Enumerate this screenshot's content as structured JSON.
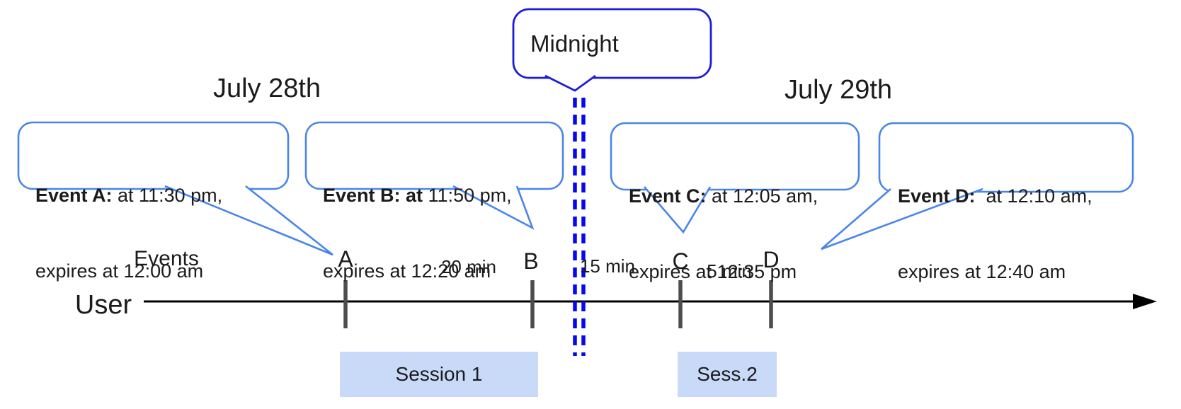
{
  "colors": {
    "event-blue": "#4a86e8",
    "midnight-blue": "#1d1dd8",
    "dash-blue": "#0707f0",
    "session-fill": "#c9daf8",
    "tick-gray": "#4d4d4d",
    "axis-black": "#000000",
    "text-black": "#1b1b1b"
  },
  "day_headers": [
    {
      "label": "July 28th"
    },
    {
      "label": "July 29th"
    }
  ],
  "midnight": {
    "label": "Midnight"
  },
  "axis": {
    "events_label": "Events",
    "user_label": "User"
  },
  "event_callouts": [
    {
      "bold": "Event A:",
      "rest": " at 11:30 pm,",
      "line2": "expires at 12:00 am"
    },
    {
      "bold": "Event B: at",
      "rest": " 11:50 pm,",
      "line2": "expires at 12:20 am"
    },
    {
      "bold": "Event C:",
      "rest": " at 12:05 am,",
      "line2": "expires at 12:35 pm"
    },
    {
      "bold": "Event D:",
      "rest": "  at 12:10 am,",
      "line2": "expires at 12:40 am"
    }
  ],
  "tick_labels": [
    "A",
    "B",
    "C",
    "D"
  ],
  "interval_labels": [
    "20 min",
    "15 min",
    "5 min"
  ],
  "sessions": [
    {
      "label": "Session 1"
    },
    {
      "label": "Sess.2"
    }
  ]
}
